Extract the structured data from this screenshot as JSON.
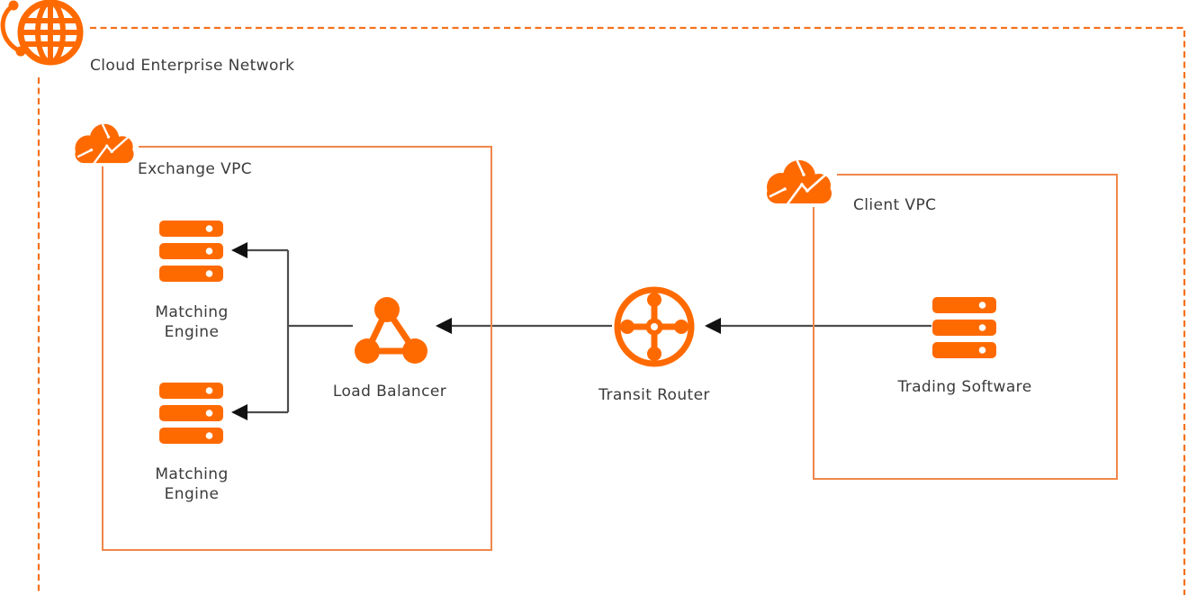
{
  "containers": {
    "cen": {
      "label": "Cloud Enterprise Network",
      "border_style": "dashed",
      "icon": "globe-icon"
    },
    "exchange_vpc": {
      "label": "Exchange VPC",
      "border_style": "solid",
      "icon": "cloud-icon"
    },
    "client_vpc": {
      "label": "Client VPC",
      "border_style": "solid",
      "icon": "cloud-icon"
    }
  },
  "nodes": {
    "matching_engine_1": {
      "label": "Matching Engine",
      "icon": "server-icon"
    },
    "matching_engine_2": {
      "label": "Matching Engine",
      "icon": "server-icon"
    },
    "load_balancer": {
      "label": "Load Balancer",
      "icon": "load-balancer-icon"
    },
    "transit_router": {
      "label": "Transit Router",
      "icon": "transit-router-icon"
    },
    "trading_software": {
      "label": "Trading Software",
      "icon": "server-icon"
    }
  },
  "edges": [
    {
      "from": "trading_software",
      "to": "transit_router"
    },
    {
      "from": "transit_router",
      "to": "load_balancer"
    },
    {
      "from": "load_balancer",
      "to": "matching_engine_1"
    },
    {
      "from": "load_balancer",
      "to": "matching_engine_2"
    }
  ],
  "colors": {
    "icon_orange": "#FF6A00",
    "box_border_orange": "#F0874A",
    "dashed_border_orange": "#F5711C",
    "connector_gray": "#4D4D4D",
    "arrowhead_black": "#111111",
    "label_text": "#3B3B3B"
  }
}
